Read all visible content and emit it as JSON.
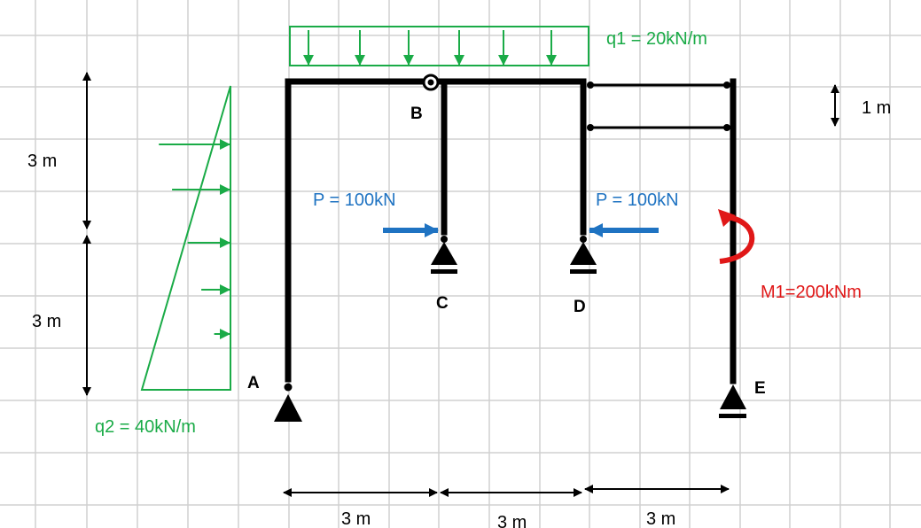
{
  "colors": {
    "grid": "#d0d0d0",
    "frame": "#000000",
    "load_green": "#1aab47",
    "point_blue": "#1f73c2",
    "moment_red": "#e01818"
  },
  "loads": {
    "q1_label": "q1 = 20kN/m",
    "q2_label": "q2 = 40kN/m",
    "p_left_label": "P = 100kN",
    "p_right_label": "P = 100kN",
    "m1_label": "M1=200kNm"
  },
  "nodes": {
    "a": "A",
    "b": "B",
    "c": "C",
    "d": "D",
    "e": "E"
  },
  "dimensions": {
    "left_top": "3 m",
    "left_bottom": "3 m",
    "bottom_1": "3 m",
    "bottom_2": "3 m",
    "bottom_3": "3 m",
    "right_gap": "1 m"
  }
}
